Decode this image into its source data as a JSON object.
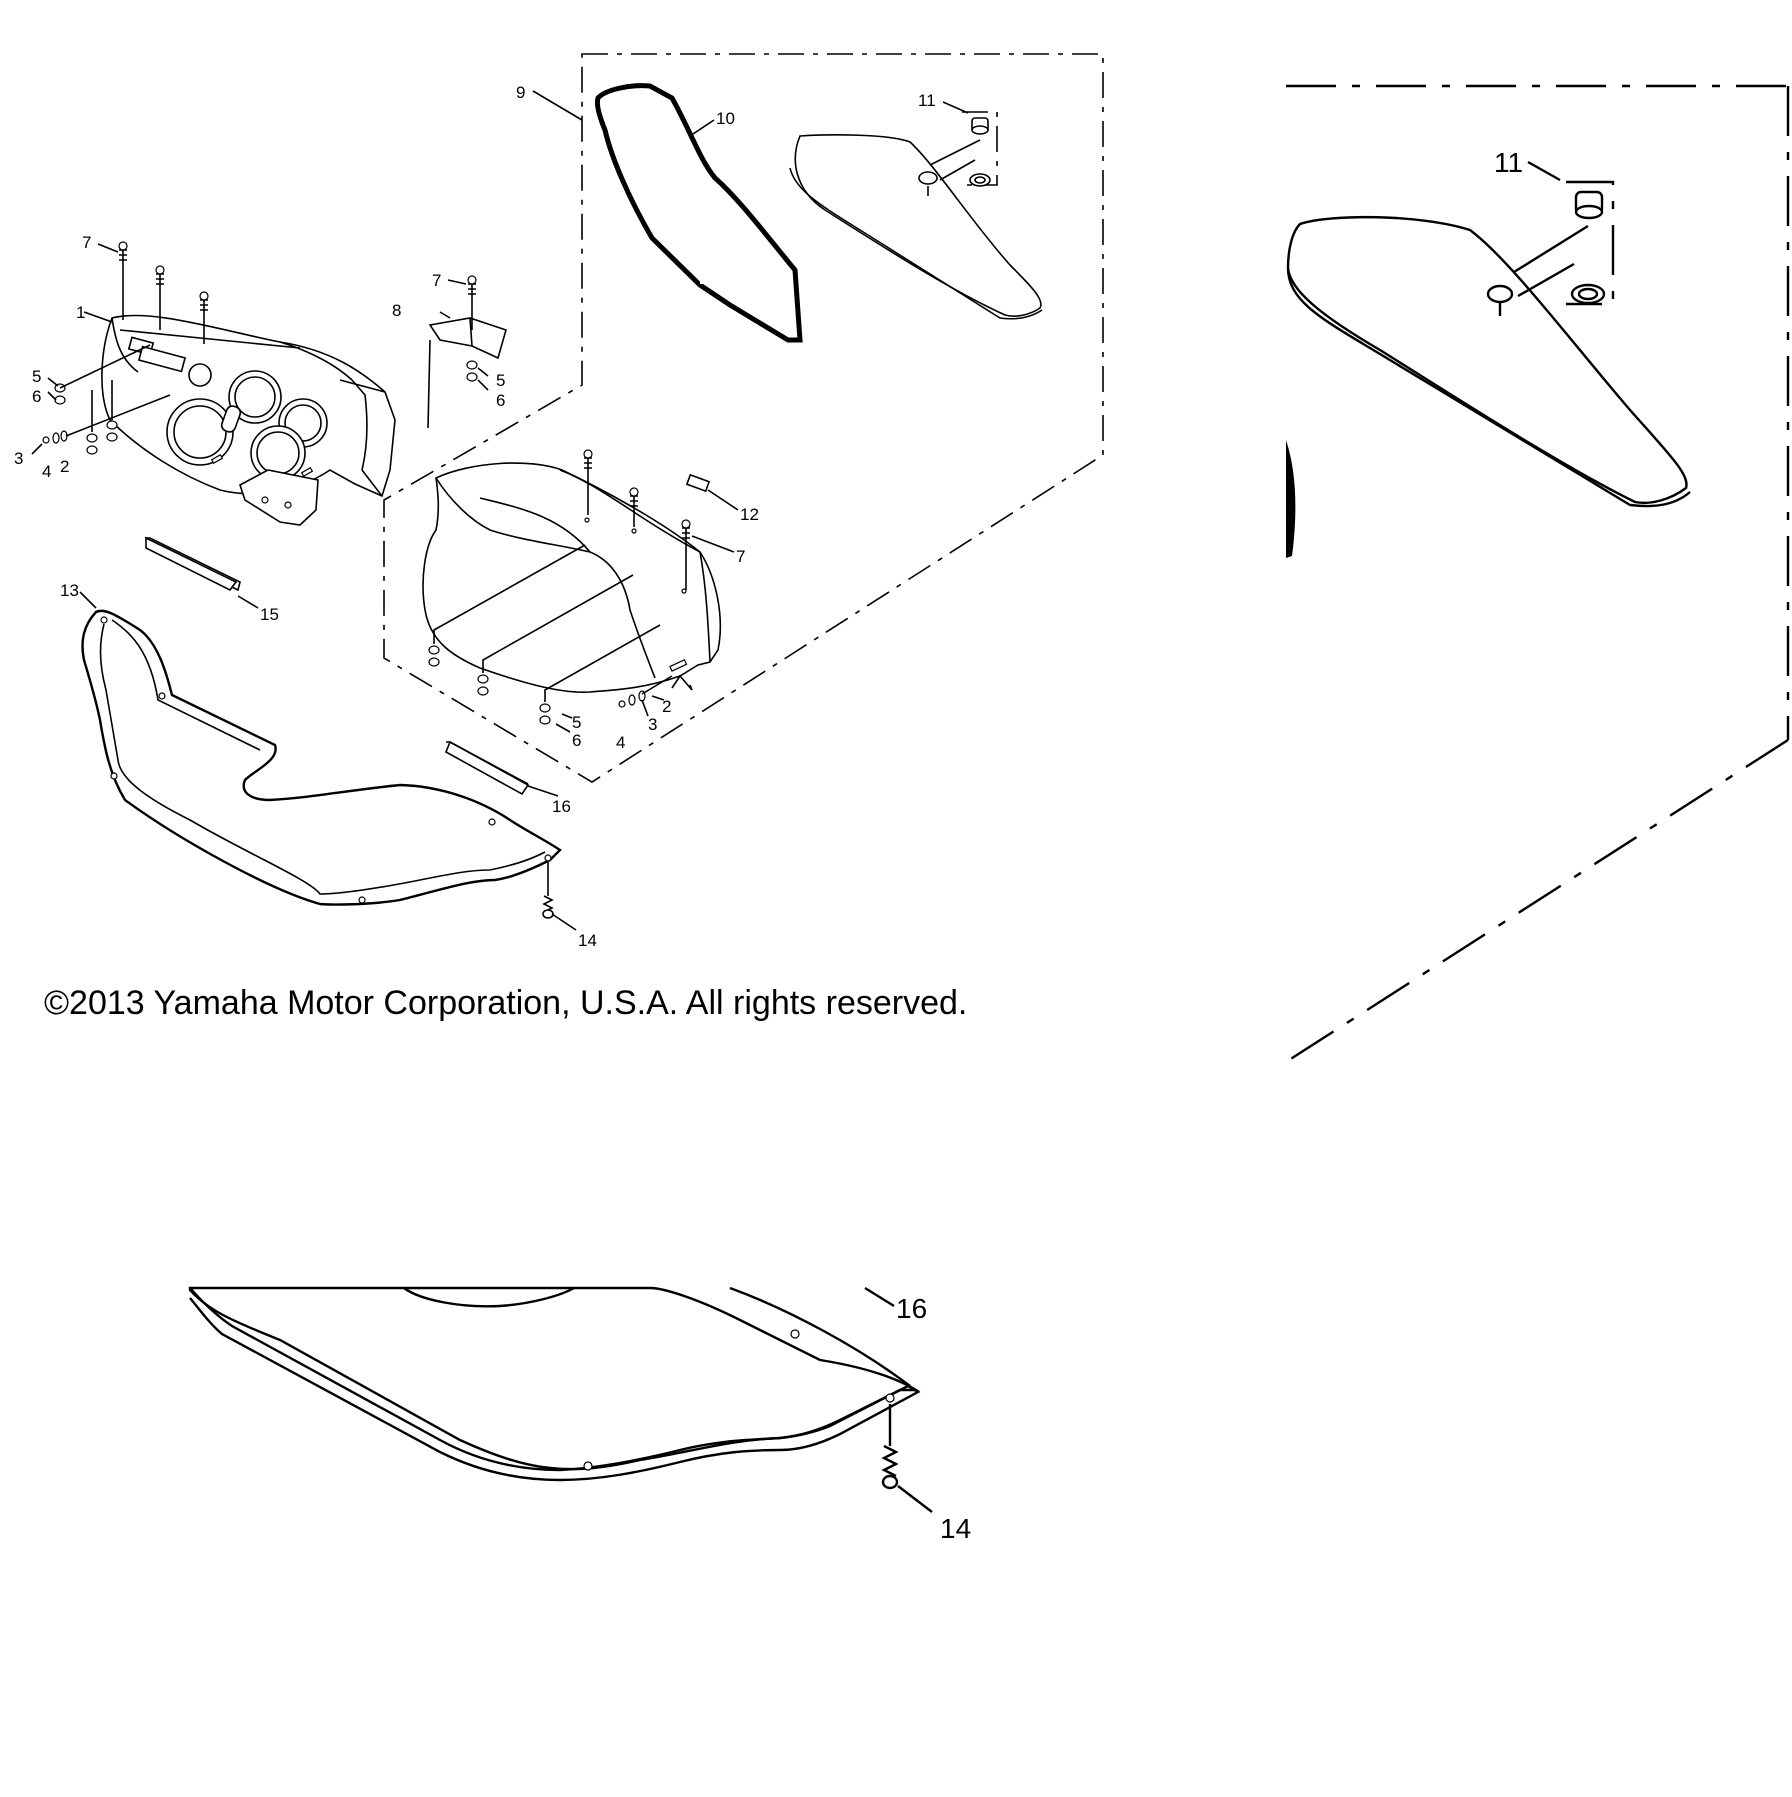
{
  "copyright": "©2013 Yamaha Motor Corporation, U.S.A. All rights reserved.",
  "main_callouts": [
    {
      "id": "c1",
      "label": "1"
    },
    {
      "id": "c2a",
      "label": "2"
    },
    {
      "id": "c2b",
      "label": "2"
    },
    {
      "id": "c3a",
      "label": "3"
    },
    {
      "id": "c3b",
      "label": "3"
    },
    {
      "id": "c4a",
      "label": "4"
    },
    {
      "id": "c4b",
      "label": "4"
    },
    {
      "id": "c5a",
      "label": "5"
    },
    {
      "id": "c5b",
      "label": "5"
    },
    {
      "id": "c5c",
      "label": "5"
    },
    {
      "id": "c6a",
      "label": "6"
    },
    {
      "id": "c6b",
      "label": "6"
    },
    {
      "id": "c6c",
      "label": "6"
    },
    {
      "id": "c7a",
      "label": "7"
    },
    {
      "id": "c7b",
      "label": "7"
    },
    {
      "id": "c7c",
      "label": "7"
    },
    {
      "id": "c8",
      "label": "8"
    },
    {
      "id": "c9",
      "label": "9"
    },
    {
      "id": "c10",
      "label": "10"
    },
    {
      "id": "c11",
      "label": "11"
    },
    {
      "id": "c12",
      "label": "12"
    },
    {
      "id": "c13",
      "label": "13"
    },
    {
      "id": "c14",
      "label": "14"
    },
    {
      "id": "c15",
      "label": "15"
    },
    {
      "id": "c16",
      "label": "16"
    }
  ],
  "detail_callouts": [
    {
      "id": "d11",
      "label": "11"
    },
    {
      "id": "d16",
      "label": "16"
    },
    {
      "id": "d14",
      "label": "14"
    }
  ]
}
